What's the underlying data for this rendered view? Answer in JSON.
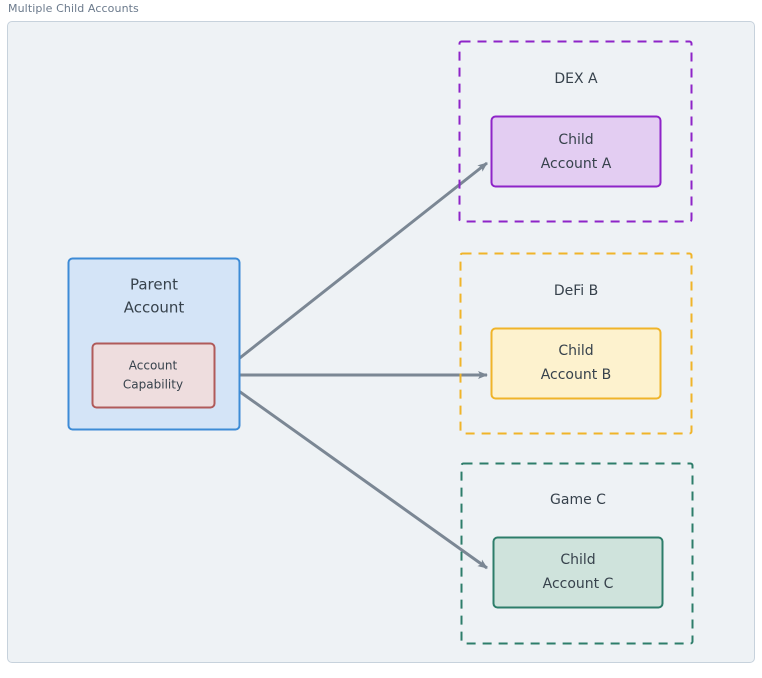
{
  "frame": {
    "title": "Multiple Child Accounts"
  },
  "colors": {
    "canvas": "#eef2f5",
    "frame_border": "#c7d2dc",
    "title_text": "#6b7a8c",
    "node_text": "#37424c",
    "arrow": "#7b8794",
    "parent_fill": "#d4e4f7",
    "parent_stroke": "#3d8bd6",
    "capability_fill": "#eeddde",
    "capability_stroke": "#b05a5a",
    "dex_stroke": "#8e24c8",
    "dex_fill": "#e3cdf2",
    "defi_stroke": "#f0b429",
    "defi_fill": "#fdf2ce",
    "game_stroke": "#2d7d6a",
    "game_fill": "#cfe3dc"
  },
  "parent": {
    "title_line1": "Parent",
    "title_line2": "Account",
    "capability_line1": "Account",
    "capability_line2": "Capability"
  },
  "groups": [
    {
      "id": "dex-a",
      "label": "DEX A",
      "child_line1": "Child",
      "child_line2": "Account A"
    },
    {
      "id": "defi-b",
      "label": "DeFi B",
      "child_line1": "Child",
      "child_line2": "Account B"
    },
    {
      "id": "game-c",
      "label": "Game C",
      "child_line1": "Child",
      "child_line2": "Account C"
    }
  ],
  "edges": [
    {
      "from": "account-capability",
      "to": "child-account-a"
    },
    {
      "from": "account-capability",
      "to": "child-account-b"
    },
    {
      "from": "account-capability",
      "to": "child-account-c"
    }
  ]
}
